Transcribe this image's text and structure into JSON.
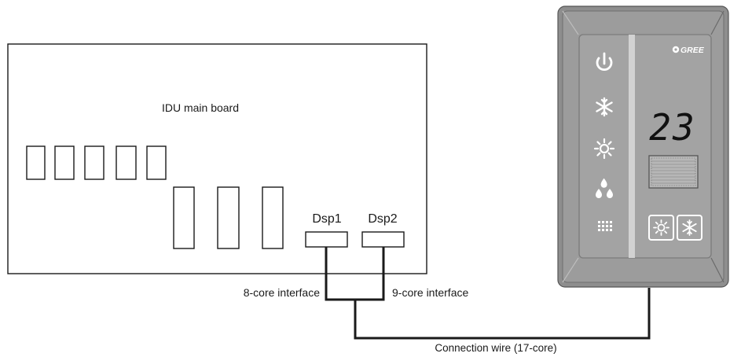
{
  "board": {
    "title": "IDU main board",
    "dsp1_label": "Dsp1",
    "dsp2_label": "Dsp2"
  },
  "interfaces": {
    "left": "8-core interface",
    "right": "9-core interface"
  },
  "wire": {
    "label": "Connection wire (17-core)"
  },
  "controller": {
    "brand": "GREE",
    "temperature_display": "23",
    "icons": {
      "power": "power-icon",
      "cool": "snowflake-icon",
      "heat": "sun-icon",
      "dry": "droplets-icon",
      "fan": "dot-grid-icon",
      "heat_button": "sun-button-icon",
      "cool_button": "snowflake-button-icon"
    }
  },
  "colors": {
    "line": "#1a1a1a",
    "panel_frame": "#8a8a8a",
    "panel_face": "#a3a3a3",
    "panel_accent": "#d2d2d2",
    "panel_ink": "#ffffff"
  }
}
